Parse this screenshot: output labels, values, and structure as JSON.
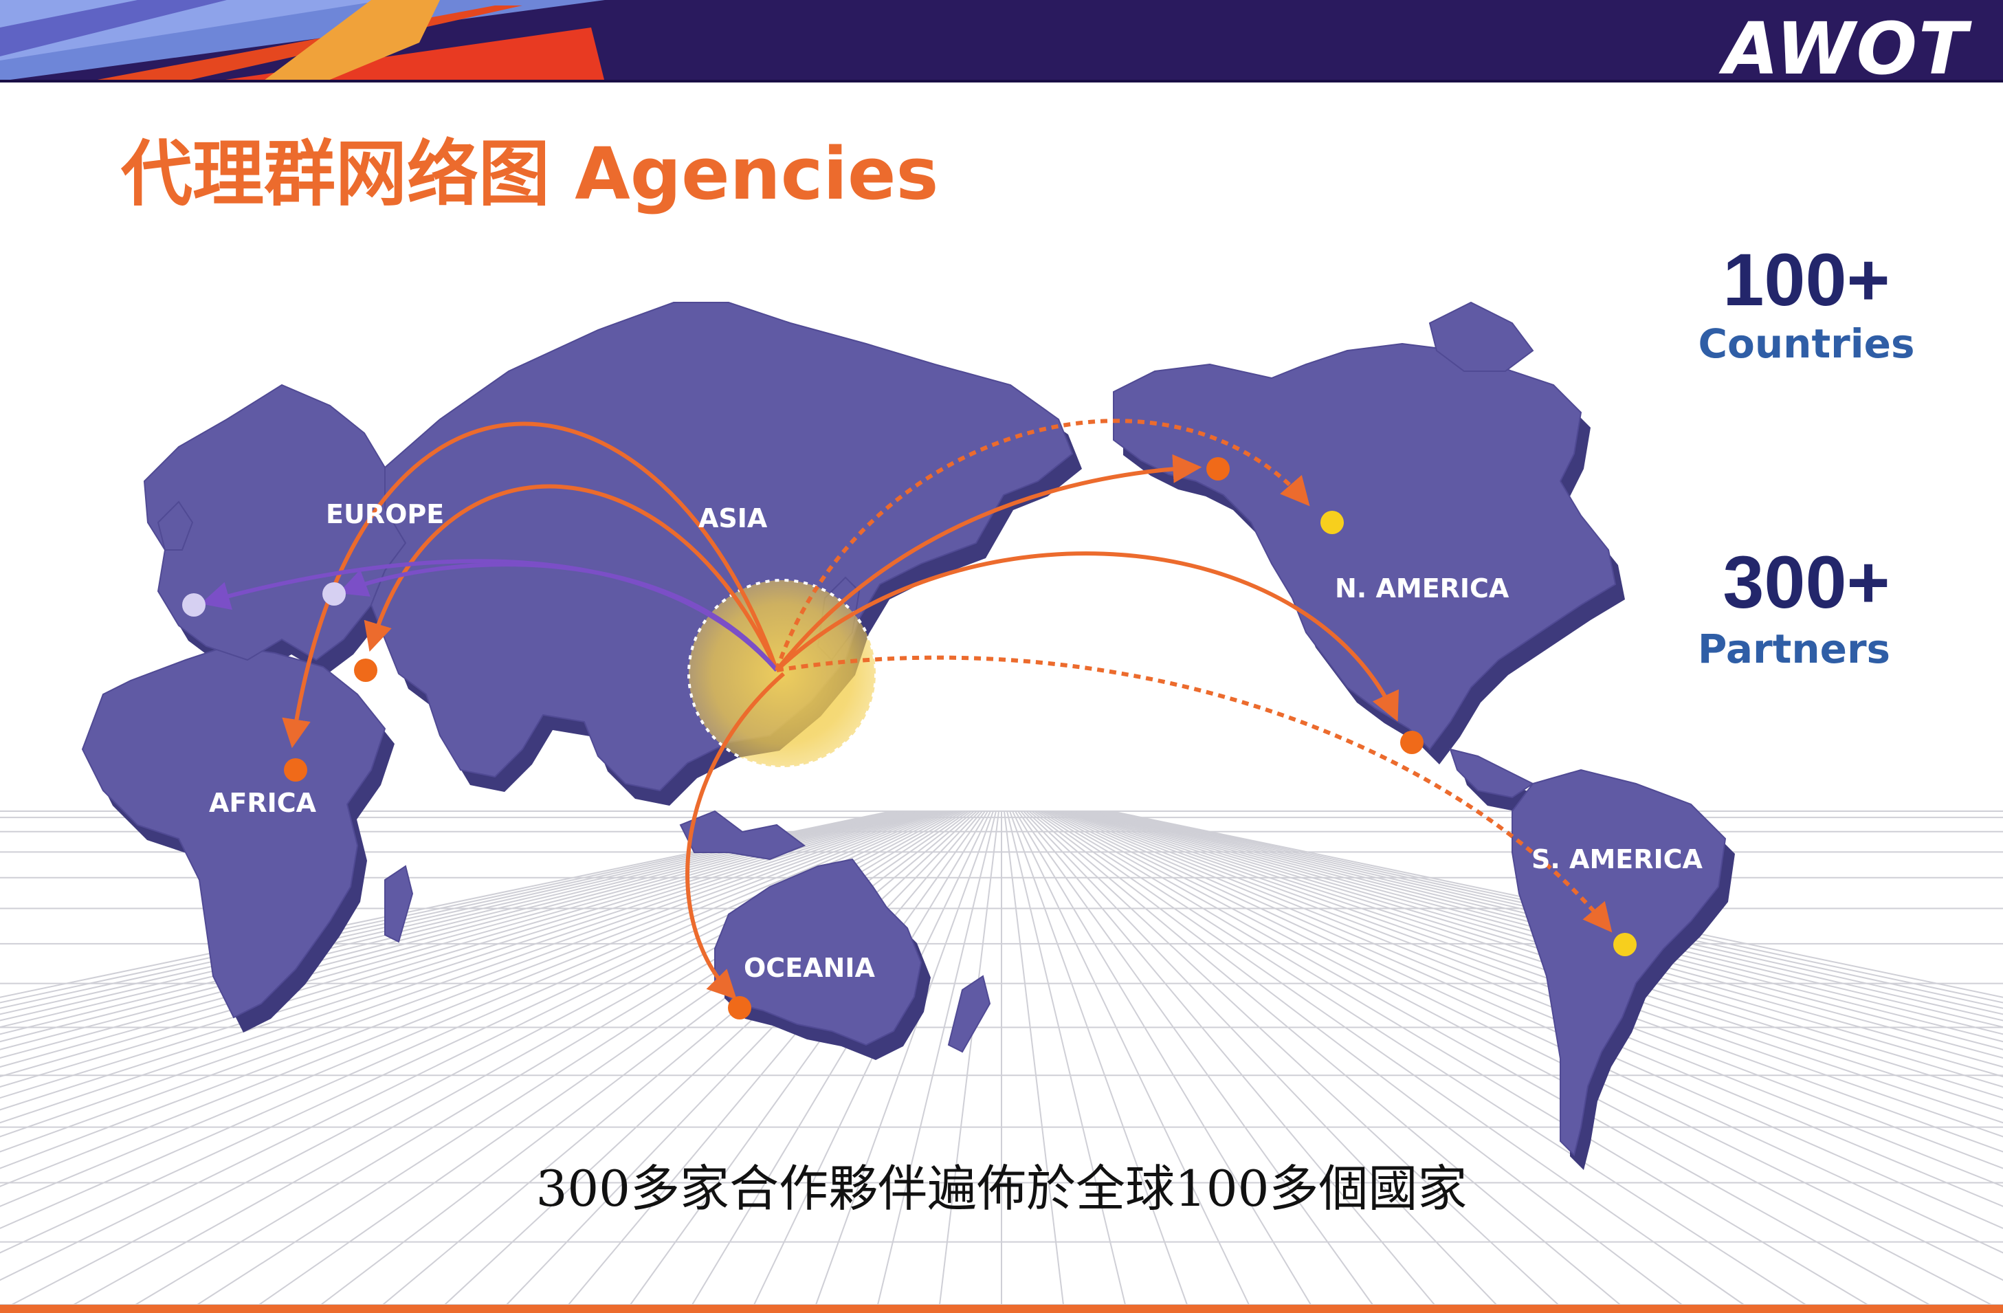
{
  "brand": {
    "logo_text": "AWOT",
    "colors": {
      "header": "#2a1a5e",
      "accent": "#ec6b2d",
      "land": "#605aa4",
      "land_edge": "#3e3a7c",
      "stat_number": "#23266b",
      "stat_label": "#2f5ea6",
      "arc_purple": "#7b4fc7",
      "dot_yellow": "#f7cf1d",
      "dot_lilac": "#d6d0f2",
      "hub_glow": "#f2cd4a"
    }
  },
  "title": "代理群网络图 Agencies",
  "stats": [
    {
      "number": "100+",
      "label": "Countries"
    },
    {
      "number": "300+",
      "label": "Partners"
    }
  ],
  "continents": {
    "europe": "EUROPE",
    "asia": "ASIA",
    "africa": "AFRICA",
    "oceania": "OCEANIA",
    "north_america": "N. AMERICA",
    "south_america": "S. AMERICA"
  },
  "caption": "300多家合作夥伴遍佈於全球100多個國家"
}
